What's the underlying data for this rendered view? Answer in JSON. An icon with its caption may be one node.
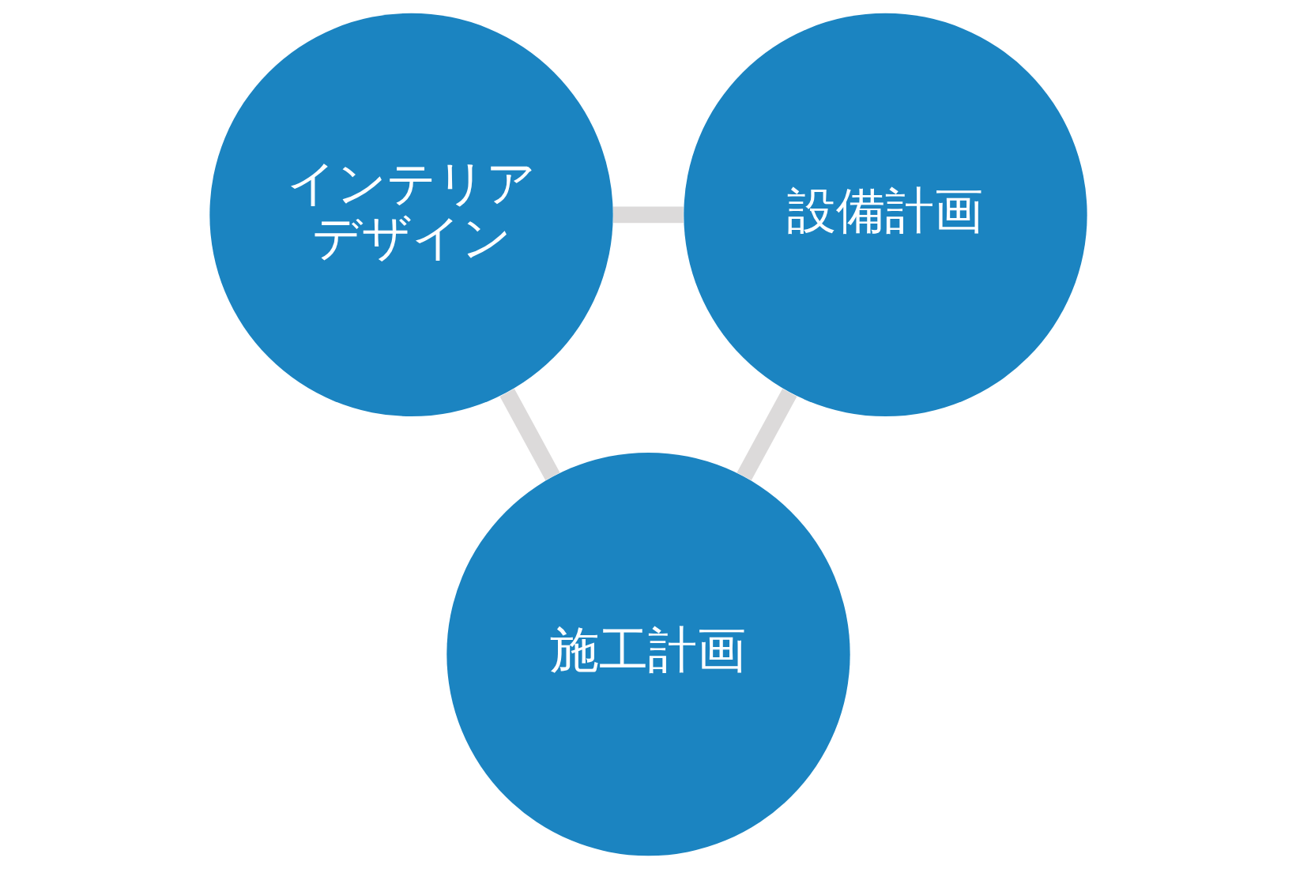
{
  "diagram": {
    "nodes": [
      {
        "text": [
          "インテリアデザイン"
        ]
      },
      {
        "text": [
          "設備計画"
        ]
      },
      {
        "text": [
          "施工計画"
        ]
      }
    ],
    "edges": [
      {
        "from": 0,
        "to": 1,
        "arrow": "none"
      },
      {
        "from": 0,
        "to": 2,
        "arrow": "none"
      },
      {
        "from": 1,
        "to": 2,
        "arrow": "none"
      }
    ]
  }
}
